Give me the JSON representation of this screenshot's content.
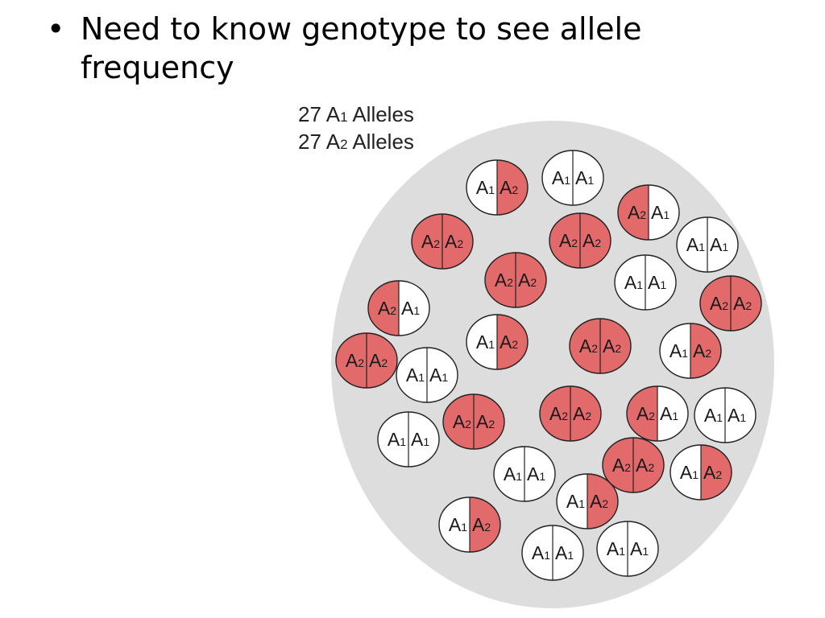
{
  "slide": {
    "bullet": "•",
    "text": "Need to know genotype to see allele frequency"
  },
  "counts": [
    {
      "number": "27",
      "letter": "A",
      "sub": "1",
      "word": "Alleles"
    },
    {
      "number": "27",
      "letter": "A",
      "sub": "2",
      "word": "Alleles"
    }
  ],
  "colors": {
    "population_fill": "#dddddd",
    "a1_fill": "#ffffff",
    "a2_fill": "#e36a6a",
    "outline": "#222222"
  },
  "organisms": [
    {
      "left": "1",
      "right": "2"
    },
    {
      "left": "1",
      "right": "1"
    },
    {
      "left": "2",
      "right": "1"
    },
    {
      "left": "2",
      "right": "2"
    },
    {
      "left": "2",
      "right": "2"
    },
    {
      "left": "1",
      "right": "1"
    },
    {
      "left": "2",
      "right": "2"
    },
    {
      "left": "1",
      "right": "1"
    },
    {
      "left": "2",
      "right": "1"
    },
    {
      "left": "2",
      "right": "2"
    },
    {
      "left": "1",
      "right": "2"
    },
    {
      "left": "2",
      "right": "2"
    },
    {
      "left": "1",
      "right": "2"
    },
    {
      "left": "2",
      "right": "2"
    },
    {
      "left": "1",
      "right": "1"
    },
    {
      "left": "1",
      "right": "1"
    },
    {
      "left": "2",
      "right": "2"
    },
    {
      "left": "2",
      "right": "2"
    },
    {
      "left": "2",
      "right": "1"
    },
    {
      "left": "1",
      "right": "1"
    },
    {
      "left": "1",
      "right": "1"
    },
    {
      "left": "2",
      "right": "2"
    },
    {
      "left": "1",
      "right": "2"
    },
    {
      "left": "1",
      "right": "2"
    },
    {
      "left": "1",
      "right": "2"
    },
    {
      "left": "1",
      "right": "1"
    },
    {
      "left": "1",
      "right": "1"
    }
  ]
}
